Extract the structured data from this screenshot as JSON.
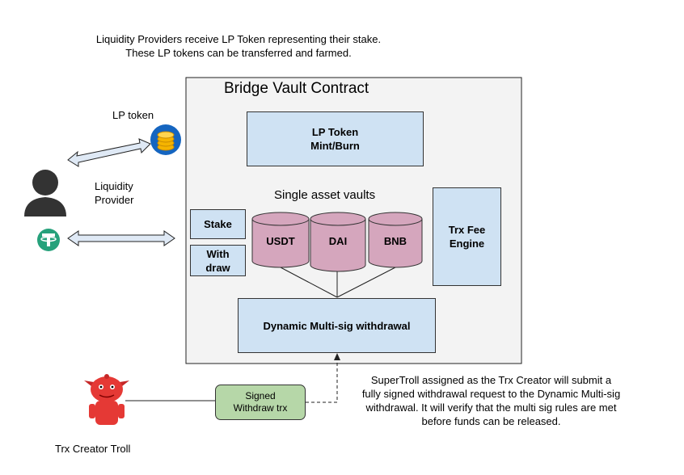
{
  "top_note": {
    "line1": "Liquidity Providers receive LP Token representing their stake.",
    "line2": "These LP tokens can be transferred and farmed."
  },
  "vault": {
    "title": "Bridge Vault Contract"
  },
  "lp_token_box": {
    "line1": "LP Token",
    "line2": "Mint/Burn"
  },
  "single_asset_label": "Single asset vaults",
  "stake_box": "Stake",
  "withdraw_box": {
    "line1": "With",
    "line2": "draw"
  },
  "cylinders": [
    "USDT",
    "DAI",
    "BNB"
  ],
  "fee_engine": {
    "line1": "Trx Fee",
    "line2": "Engine"
  },
  "multisig_box": "Dynamic Multi-sig withdrawal",
  "lp_token_label": "LP token",
  "provider_label": {
    "line1": "Liquidity",
    "line2": "Provider"
  },
  "signed_box": {
    "line1": "Signed",
    "line2": "Withdraw trx"
  },
  "troll_label": "Trx Creator Troll",
  "bottom_note": {
    "line1": "SuperTroll assigned as the Trx Creator will submit a",
    "line2": "fully signed withdrawal request to the Dynamic Multi-sig",
    "line3": "withdrawal.  It will verify that the multi sig rules are met",
    "line4": "before funds can be released."
  },
  "colors": {
    "box_fill": "#cfe2f3",
    "vault_fill": "#f3f3f3",
    "cylinder_fill": "#d5a6bd",
    "signed_fill": "#b6d7a8",
    "arrow_fill": "#dfe9f5",
    "troll_red": "#e53935",
    "tether_green": "#26a17b",
    "coin_blue": "#1565c0",
    "coin_gold": "#f5b400"
  },
  "icons": [
    "person-icon",
    "lp-token-coin-icon",
    "tether-icon",
    "troll-icon"
  ]
}
